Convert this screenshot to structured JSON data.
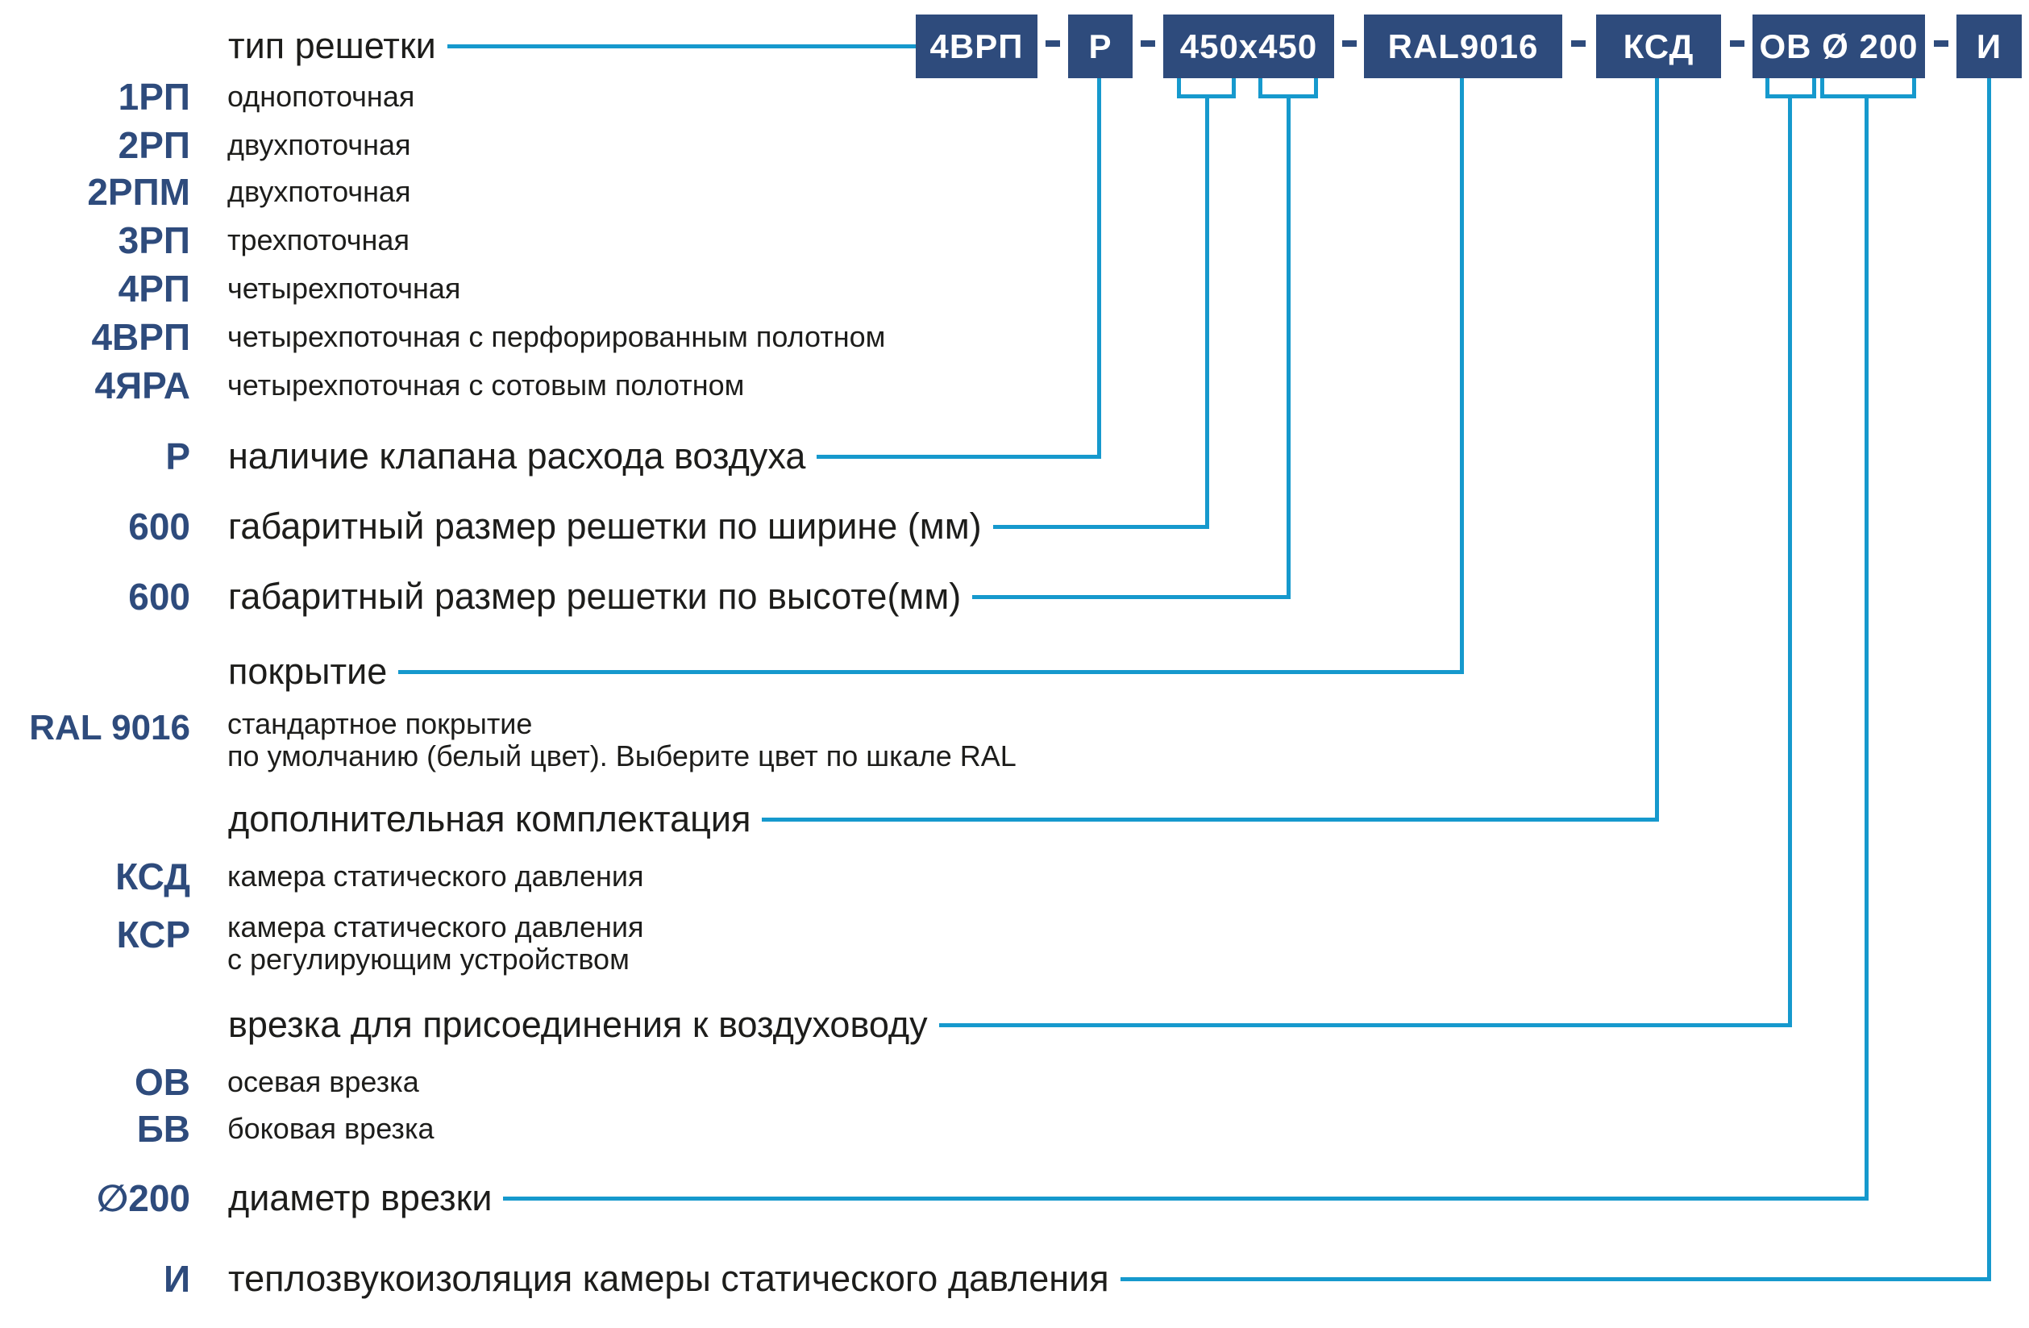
{
  "colors": {
    "navy": "#2e4b7c",
    "teal": "#1699cd",
    "ink": "#1d1d1b",
    "white": "#ffffff"
  },
  "code": {
    "separator": "–",
    "segments": [
      "4ВРП",
      "Р",
      "450x450",
      "RAL9016",
      "КСД",
      "ОВ Ø 200",
      "И"
    ]
  },
  "sections": {
    "grille_type": {
      "heading": "тип решетки",
      "items": [
        {
          "code": "1РП",
          "desc": "однопоточная"
        },
        {
          "code": "2РП",
          "desc": "двухпоточная"
        },
        {
          "code": "2РПМ",
          "desc": "двухпоточная"
        },
        {
          "code": "3РП",
          "desc": "трехпоточная"
        },
        {
          "code": "4РП",
          "desc": "четырехпоточная"
        },
        {
          "code": "4ВРП",
          "desc": "четырехпоточная с перфорированным полотном"
        },
        {
          "code": "4ЯРА",
          "desc": "четырехпоточная с сотовым полотном"
        }
      ]
    },
    "valve": {
      "code": "Р",
      "label": "наличие клапана расхода воздуха"
    },
    "width": {
      "code": "600",
      "label": "габаритный размер решетки по ширине (мм)"
    },
    "height": {
      "code": "600",
      "label": "габаритный размер решетки по высоте(мм)"
    },
    "coating": {
      "heading": "покрытие",
      "code": "RAL 9016",
      "desc_line1": "стандартное покрытие",
      "desc_line2": "по умолчанию (белый цвет). Выберите цвет по шкале RAL"
    },
    "extras": {
      "heading": "дополнительная комплектация",
      "ksd": {
        "code": "КСД",
        "desc": "камера статического давления"
      },
      "ksr": {
        "code": "КСР",
        "desc_line1": "камера статического давления",
        "desc_line2": "с регулирующим устройством"
      }
    },
    "tap": {
      "heading": "врезка для присоединения к воздуховоду",
      "items": [
        {
          "code": "ОВ",
          "desc": "осевая врезка"
        },
        {
          "code": "БВ",
          "desc": "боковая врезка"
        }
      ]
    },
    "diameter": {
      "code": "∅200",
      "label": "диаметр врезки"
    },
    "insulation": {
      "code": "И",
      "label": "теплозвукоизоляция камеры статического давления"
    }
  }
}
